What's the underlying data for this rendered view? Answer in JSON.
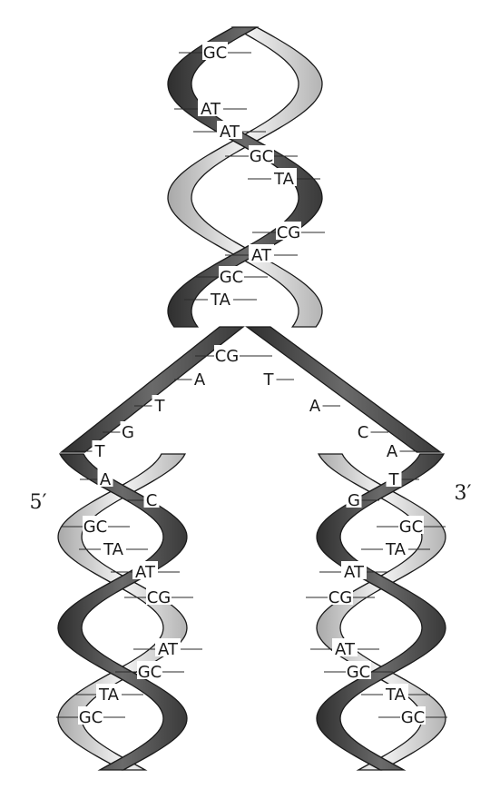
{
  "figure": {
    "parent_pairs": [
      "GC",
      "AT",
      "AT",
      "GC",
      "TA",
      "CG",
      "AT",
      "GC",
      "TA"
    ],
    "fork_pair": "CG",
    "left_template_bases": [
      "A",
      "T",
      "G",
      "T",
      "A",
      "C"
    ],
    "right_template_bases": [
      "T",
      "A",
      "C",
      "A",
      "T",
      "G"
    ],
    "left_daughter_pairs": [
      "GC",
      "TA",
      "AT",
      "CG",
      "AT",
      "GC",
      "TA",
      "GC"
    ],
    "right_daughter_pairs": [
      "GC",
      "TA",
      "AT",
      "CG",
      "AT",
      "GC",
      "TA",
      "GC"
    ],
    "end_left": "5′",
    "end_right": "3′"
  },
  "colors": {
    "dark_strand": "#4a4a4a",
    "light_strand": "#c9c9c9",
    "outline": "#1a1a1a"
  }
}
